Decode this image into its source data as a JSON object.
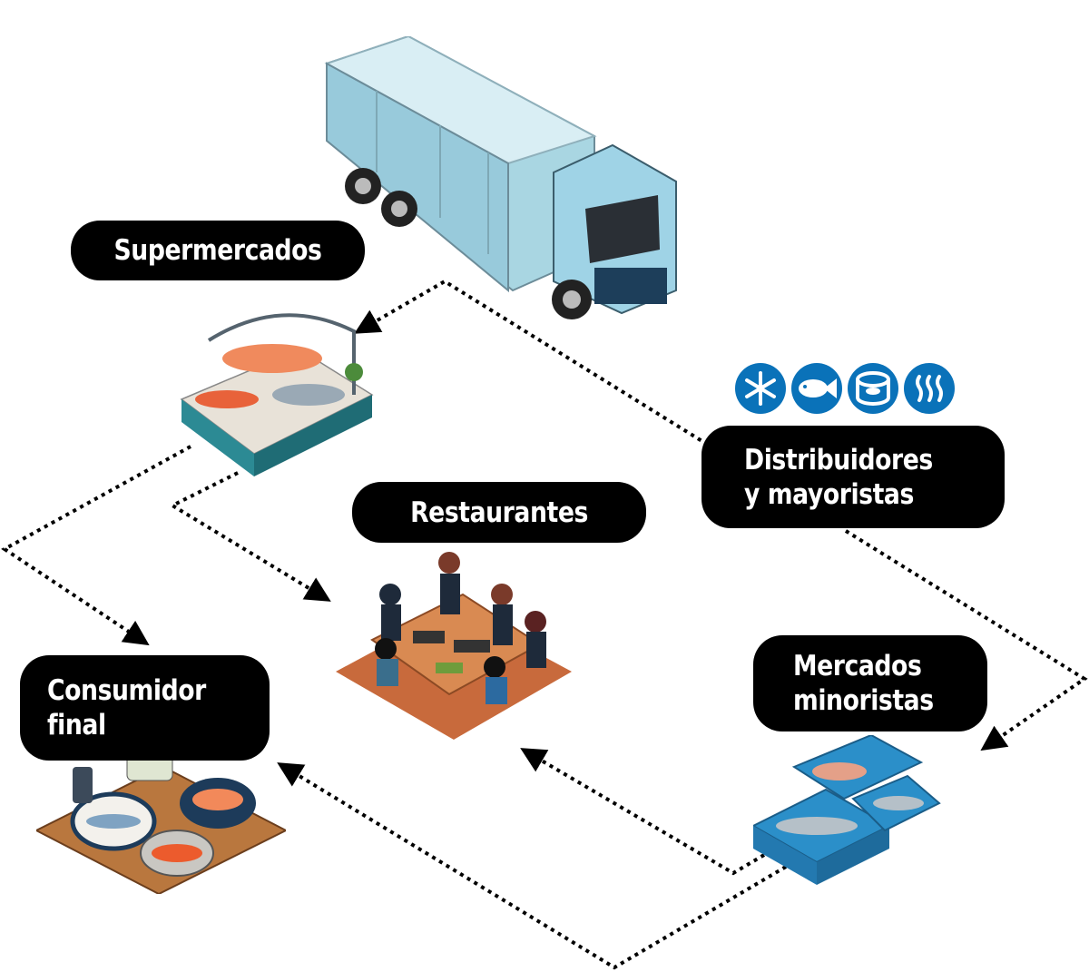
{
  "diagram": {
    "title": "",
    "nodes": [
      {
        "id": "distribuidores",
        "label_lines": [
          "Distribuidores",
          "y mayoristas"
        ]
      },
      {
        "id": "supermercados",
        "label_lines": [
          "Supermercados"
        ]
      },
      {
        "id": "restaurantes",
        "label_lines": [
          "Restaurantes"
        ]
      },
      {
        "id": "mercados",
        "label_lines": [
          "Mercados",
          "minoristas"
        ]
      },
      {
        "id": "consumidor",
        "label_lines": [
          "Consumidor",
          "final"
        ]
      }
    ],
    "edges": [
      {
        "from": "distribuidores",
        "to": "supermercados",
        "style": "dotted-arrow"
      },
      {
        "from": "distribuidores",
        "to": "mercados",
        "style": "dotted-arrow"
      },
      {
        "from": "supermercados",
        "to": "restaurantes",
        "style": "dotted-arrow"
      },
      {
        "from": "supermercados",
        "to": "consumidor",
        "style": "dotted-arrow"
      },
      {
        "from": "mercados",
        "to": "restaurantes",
        "style": "dotted-arrow"
      },
      {
        "from": "mercados",
        "to": "consumidor",
        "style": "dotted-arrow"
      }
    ],
    "distributor_icons": [
      "snowflake-icon",
      "fish-icon",
      "canned-fish-icon",
      "steam-icon"
    ],
    "illustrations": [
      "refrigerated-truck",
      "seafood-display-counter",
      "restaurant-table-sushi",
      "fish-crates",
      "consumer-seafood-table"
    ],
    "colors": {
      "pill_bg": "#000000",
      "pill_text": "#ffffff",
      "icon_blue": "#0a72b9",
      "arrow": "#000000",
      "truck_body": "#a9d6e2"
    }
  }
}
